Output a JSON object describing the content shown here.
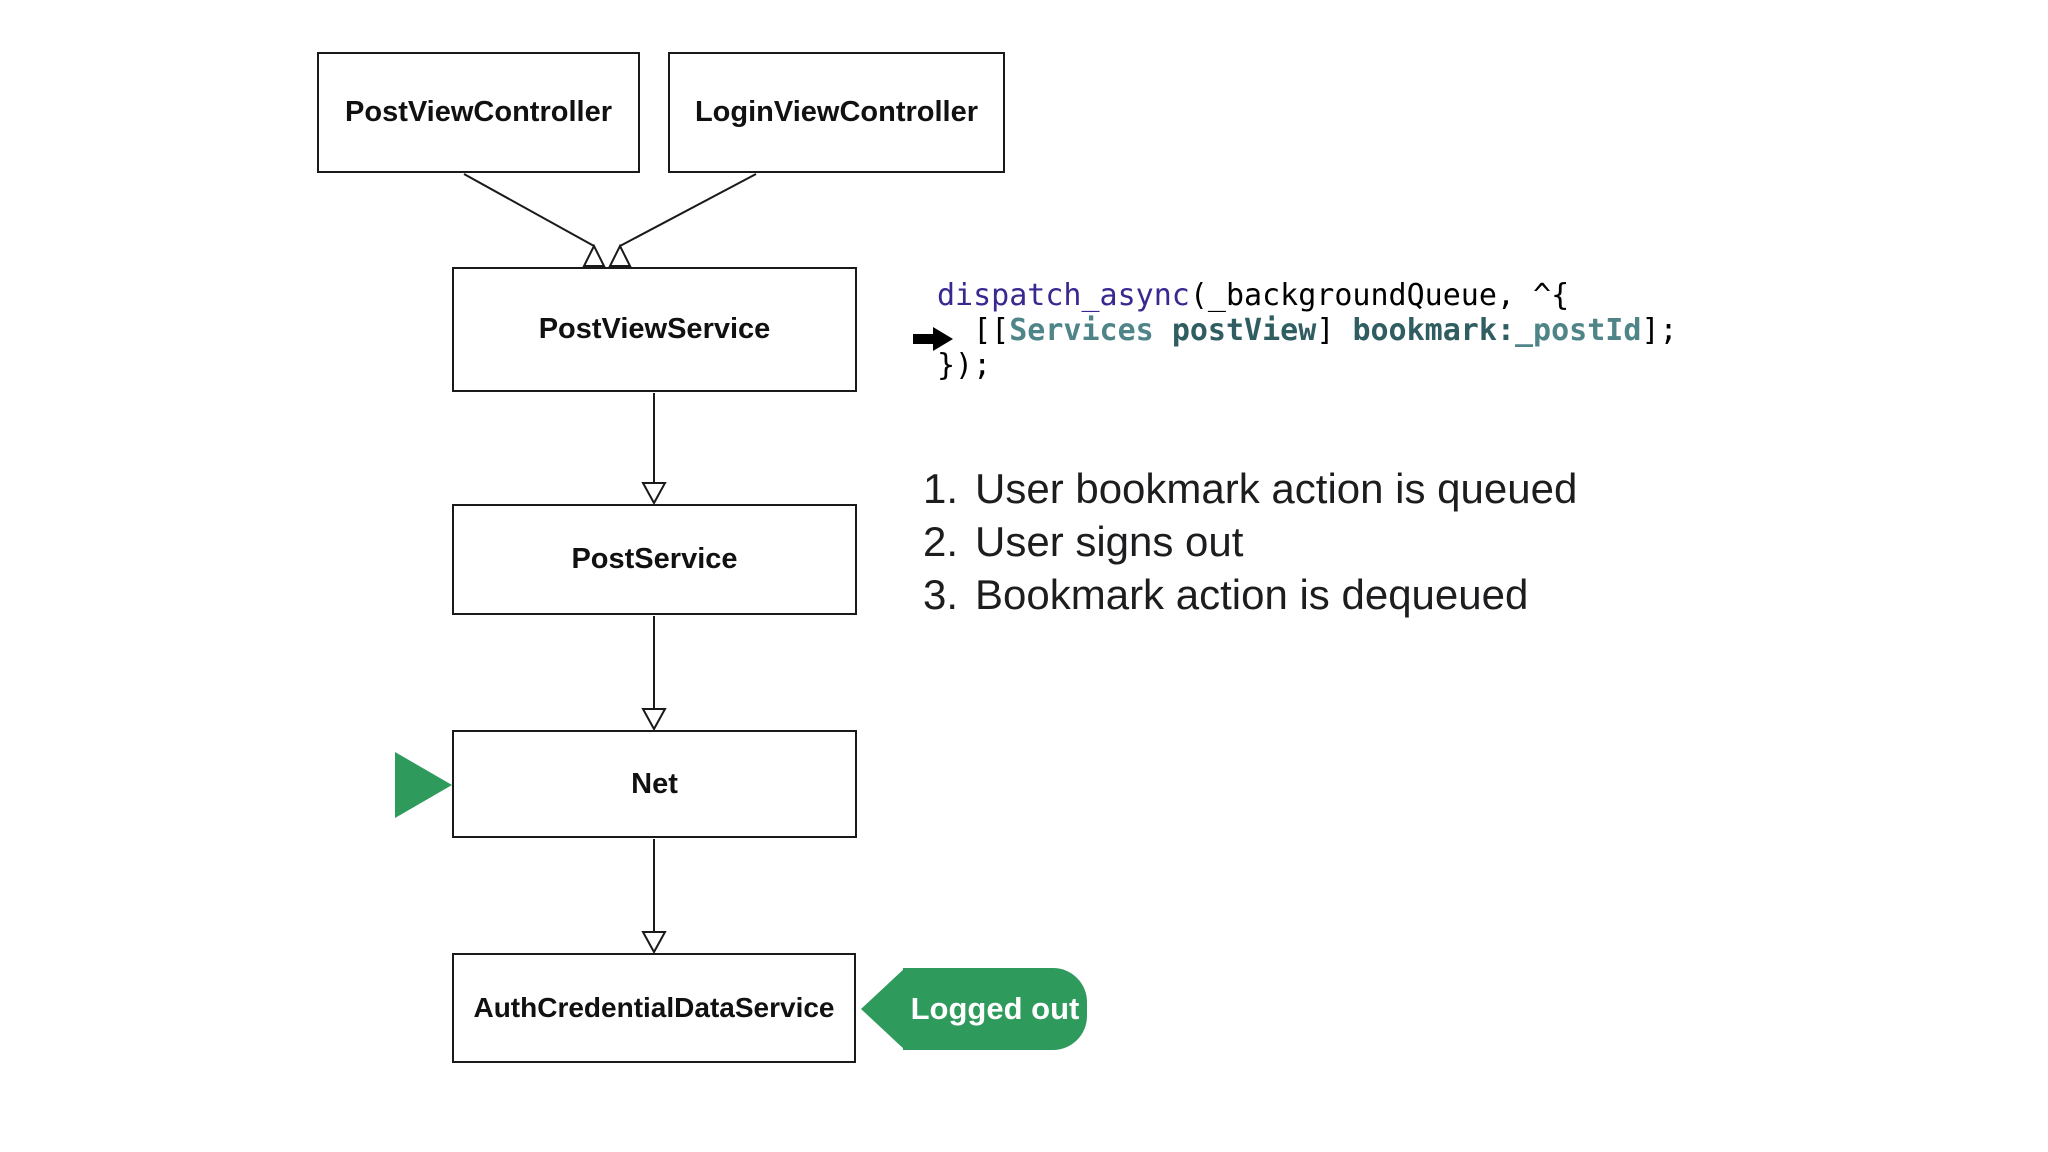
{
  "canvas": {
    "background": "#ffffff"
  },
  "accent": {
    "green": "#2E9A5C"
  },
  "diagram": {
    "controller_boxes": [
      {
        "label": "PostViewController"
      },
      {
        "label": "LoginViewController"
      }
    ],
    "service_boxes": [
      {
        "label": "PostViewService"
      },
      {
        "label": "PostService"
      },
      {
        "label": "Net"
      },
      {
        "label": "AuthCredentialDataService"
      }
    ],
    "badge": {
      "label": "Logged out"
    }
  },
  "code": {
    "colors": {
      "function": "#38288F",
      "type": "#4F8588",
      "method": "#2F5D61",
      "plain": "#000000"
    },
    "l1": {
      "fn": "dispatch_async",
      "rest": "(_backgroundQueue, ^{"
    },
    "l2": {
      "open": "  [[",
      "cls": "Services",
      "sp": " ",
      "msg1": "postView",
      "mid": "] ",
      "msg2": "bookmark:",
      "arg": "_postId",
      "close": "];"
    },
    "l3": {
      "text": "});"
    }
  },
  "steps": [
    {
      "num": "1.",
      "text": "User bookmark action is queued"
    },
    {
      "num": "2.",
      "text": "User signs out"
    },
    {
      "num": "3.",
      "text": "Bookmark action is dequeued"
    }
  ]
}
